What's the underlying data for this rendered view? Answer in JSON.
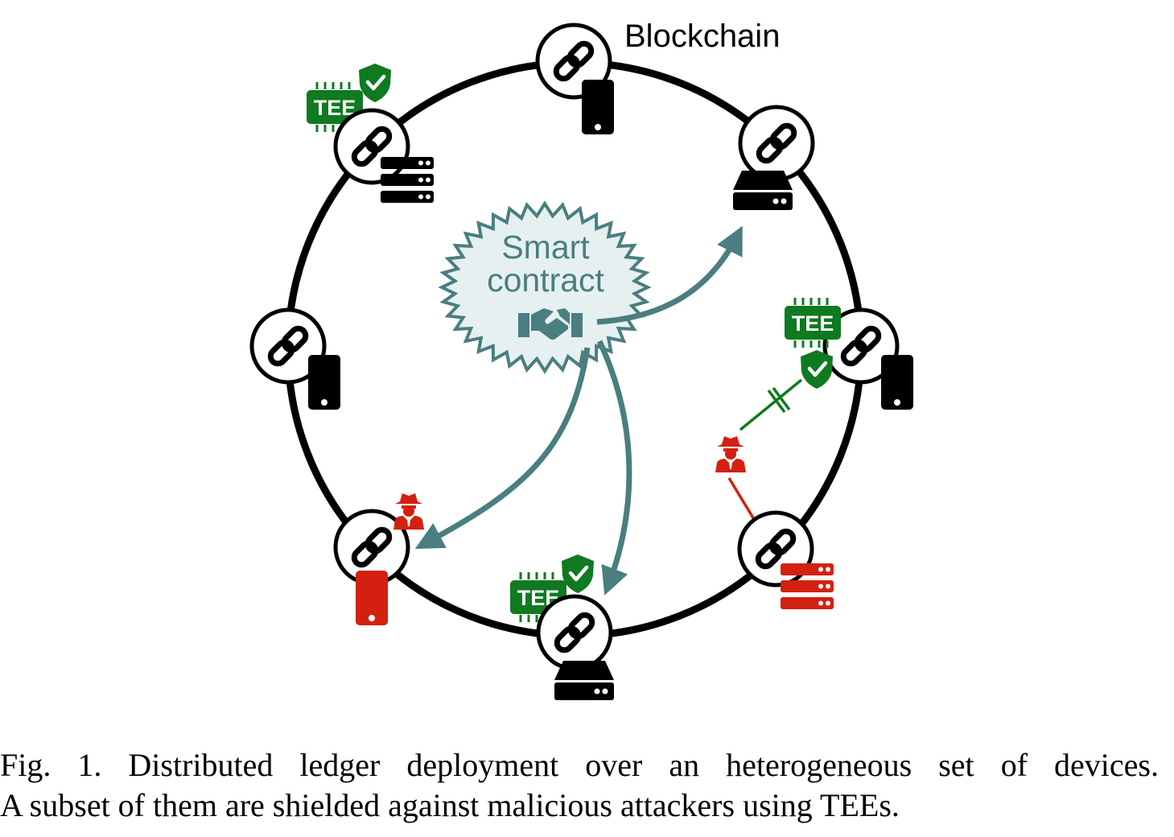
{
  "figure": {
    "ring_label": "Blockchain",
    "contract_label_line1": "Smart",
    "contract_label_line2": "contract",
    "tee_badge_label": "TEE",
    "colors": {
      "ring": "#000000",
      "contract_teal": "#4a7e80",
      "contract_fill": "#e6f0f0",
      "tee_green": "#0f7a1f",
      "attacker_red": "#d42010",
      "device_black": "#000000"
    },
    "nodes": [
      {
        "id": "top",
        "device": "phone-icon",
        "tee": false,
        "compromised": false
      },
      {
        "id": "top-right",
        "device": "server-drive-icon",
        "tee": false,
        "compromised": false
      },
      {
        "id": "right",
        "device": "phone-icon",
        "tee": true,
        "compromised": false
      },
      {
        "id": "bottom-right",
        "device": "server-rack-icon",
        "tee": false,
        "compromised": true
      },
      {
        "id": "bottom",
        "device": "server-drive-icon",
        "tee": true,
        "compromised": false
      },
      {
        "id": "bottom-left",
        "device": "phone-icon",
        "tee": false,
        "compromised": true
      },
      {
        "id": "left",
        "device": "phone-icon",
        "tee": false,
        "compromised": false
      },
      {
        "id": "top-left",
        "device": "server-rack-icon",
        "tee": true,
        "compromised": false
      }
    ]
  },
  "caption": {
    "line1": "Fig. 1.  Distributed ledger deployment over an heterogeneous set of devices.",
    "line2": "A subset of them are shielded against malicious attackers using TEEs."
  }
}
